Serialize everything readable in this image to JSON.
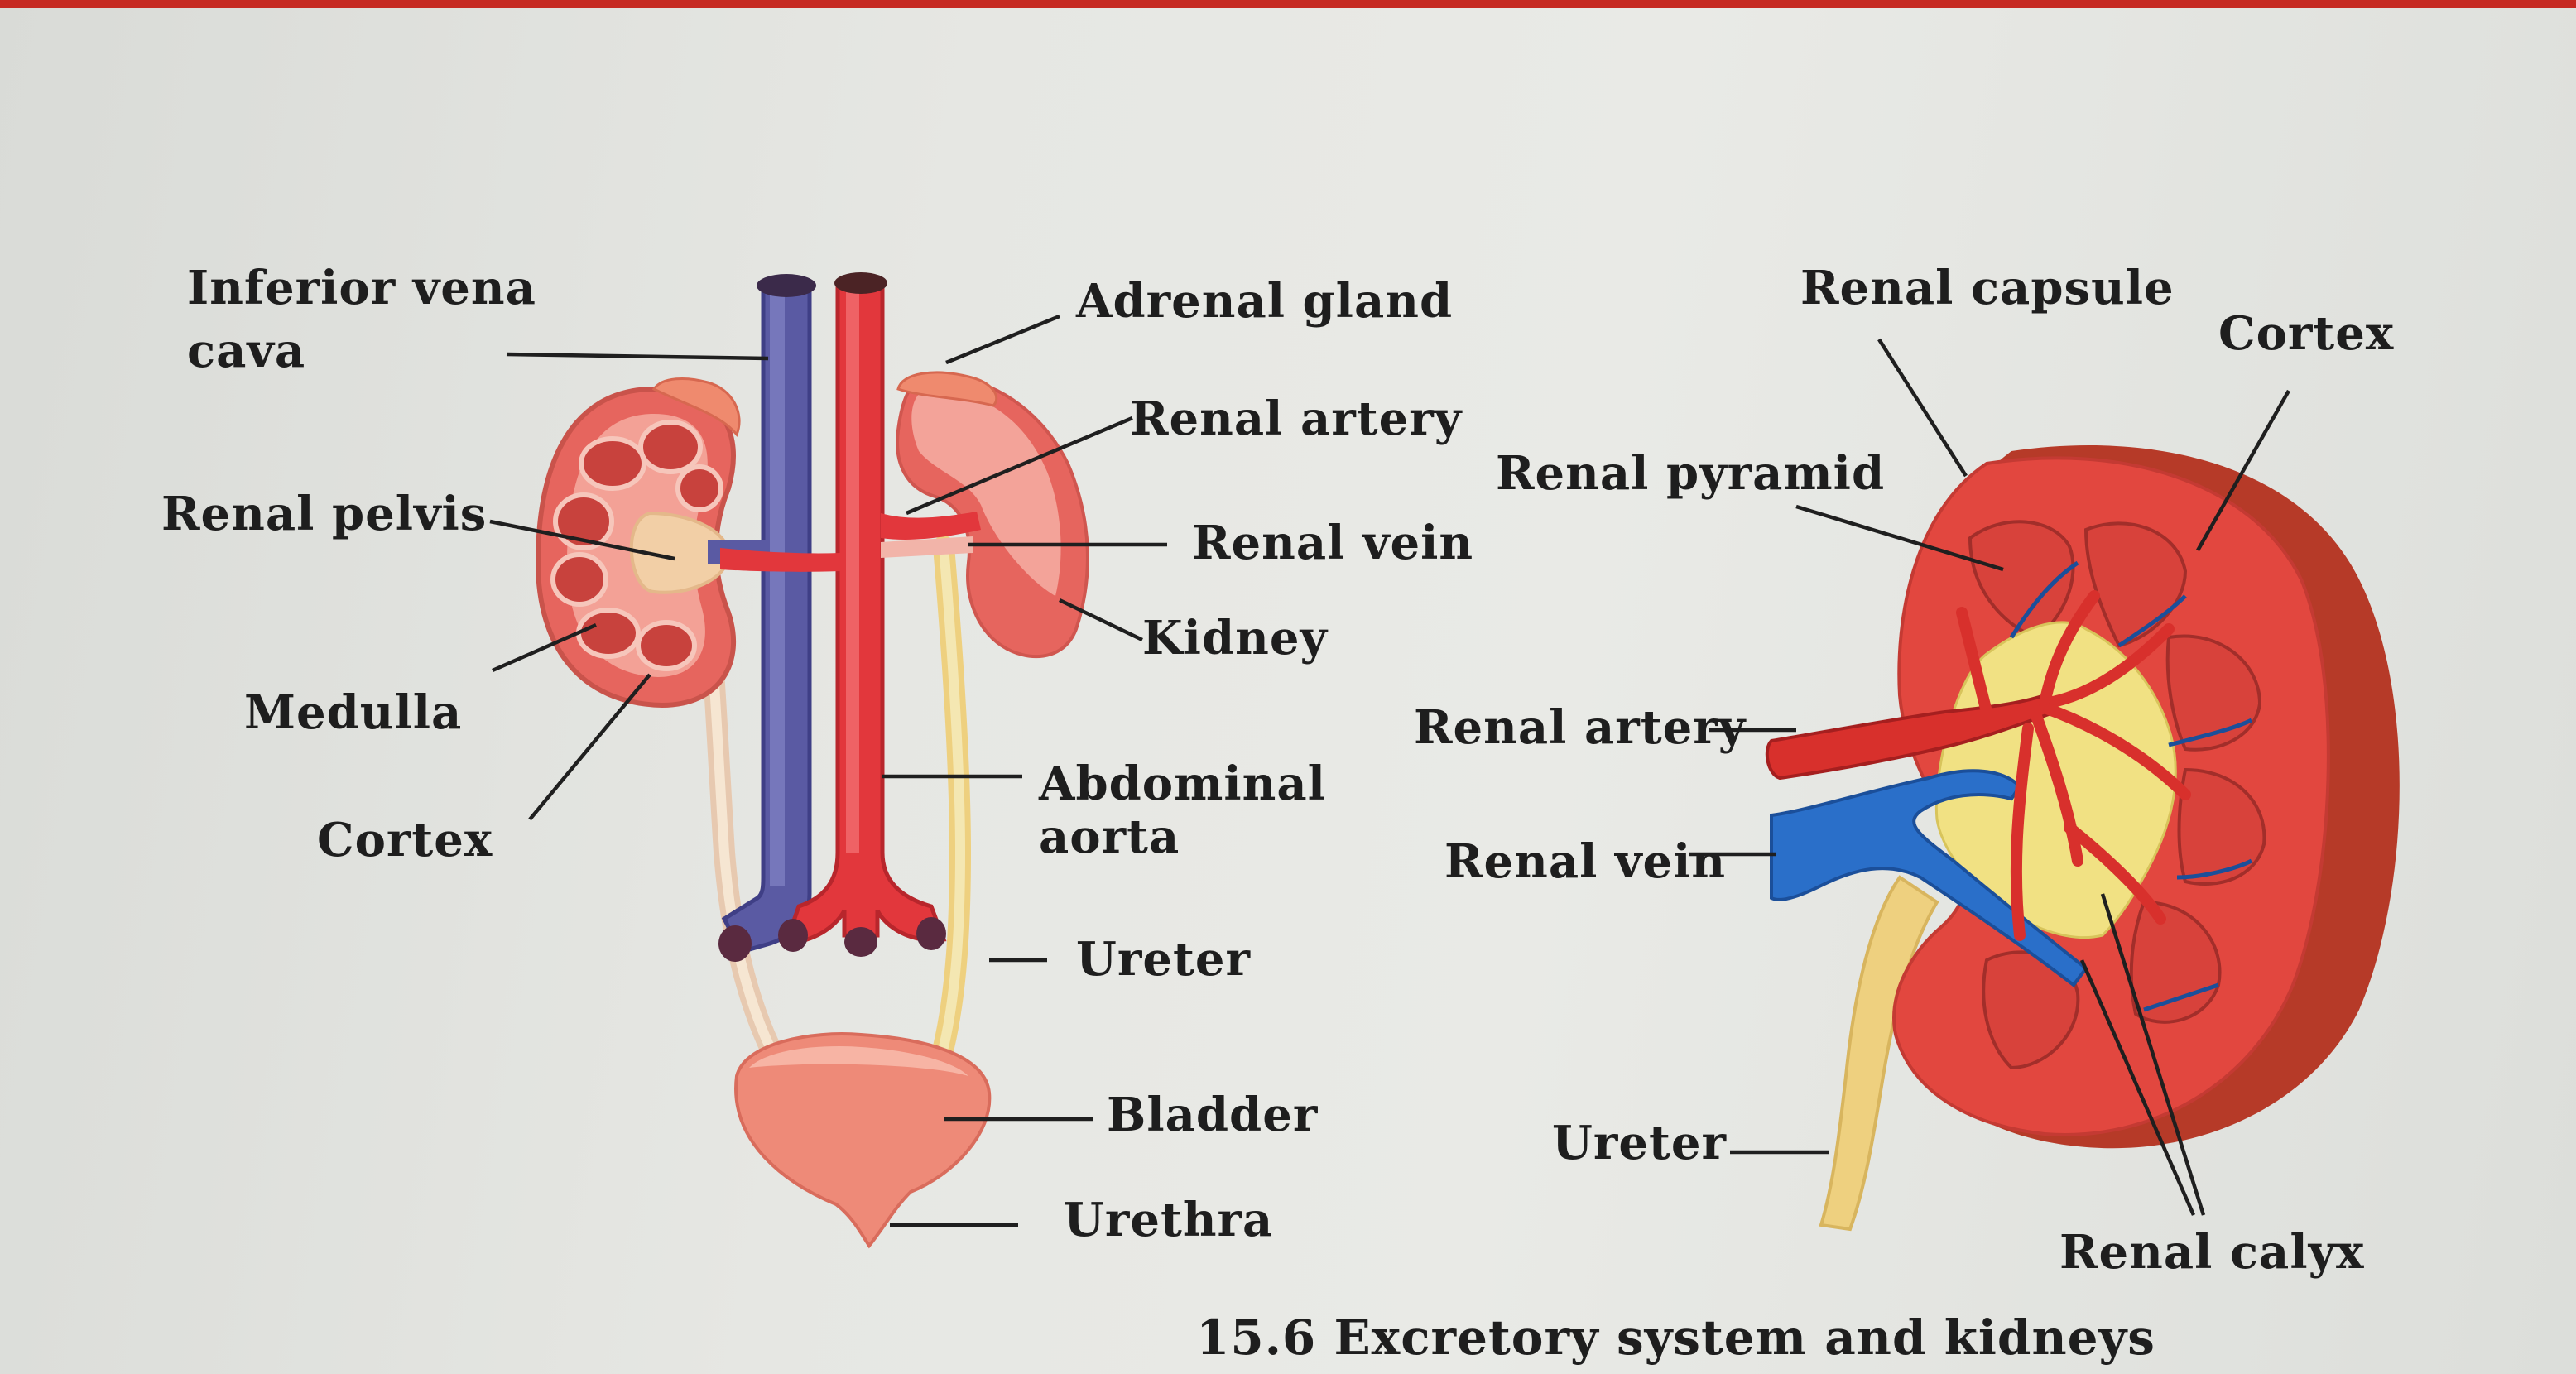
{
  "colors": {
    "vein": "#5a5aa3",
    "artery": "#e2373c",
    "kidney": "#e6655e",
    "kidney_light": "#f3a196",
    "ureter": "#eed07f",
    "capsule": "#b63a28",
    "blue_vein": "#2a6fc9",
    "band": "#c62a22"
  },
  "labels": {
    "inferior_vena_cava_line1": "Inferior vena",
    "inferior_vena_cava_line2": "cava",
    "adrenal_gland": "Adrenal gland",
    "renal_artery_left": "Renal artery",
    "renal_vein_left": "Renal vein",
    "kidney": "Kidney",
    "renal_pelvis": "Renal pelvis",
    "medulla": "Medulla",
    "cortex_left": "Cortex",
    "abdominal_aorta_line1": "Abdominal",
    "abdominal_aorta_line2": "aorta",
    "ureter_left": "Ureter",
    "bladder": "Bladder",
    "urethra": "Urethra",
    "renal_capsule": "Renal capsule",
    "cortex_right": "Cortex",
    "renal_pyramid": "Renal pyramid",
    "renal_artery_right": "Renal artery",
    "renal_vein_right": "Renal vein",
    "ureter_right": "Ureter",
    "renal_calyx": "Renal calyx"
  },
  "caption": "15.6 Excretory system and kidneys"
}
